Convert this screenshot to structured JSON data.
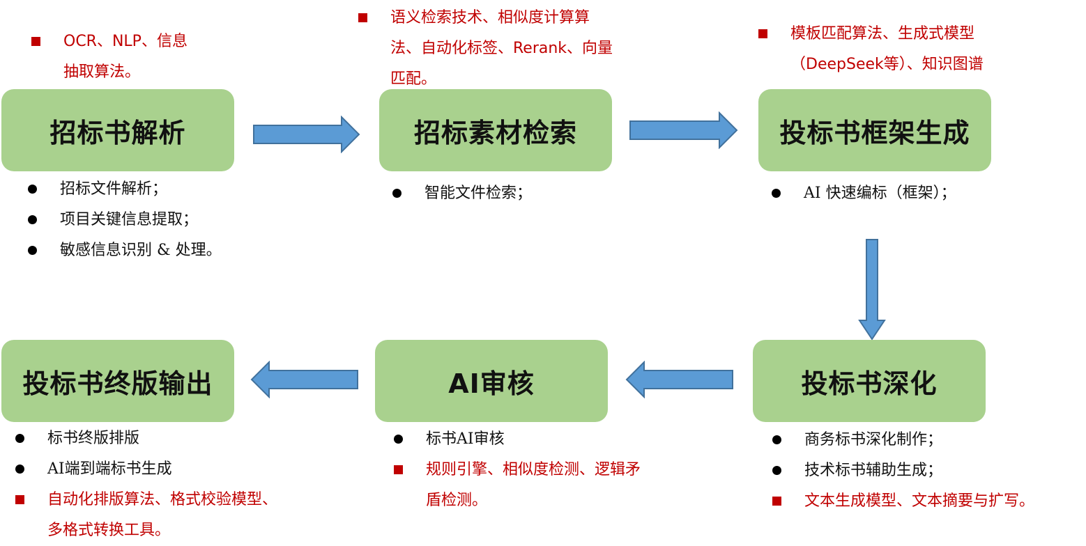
{
  "stages": {
    "s1": {
      "title": "招标书解析",
      "tech": "OCR、NLP、信息抽取算法。",
      "items": [
        "招标文件解析；",
        "项目关键信息提取；",
        "敏感信息识别 & 处理。"
      ]
    },
    "s2": {
      "title": "招标素材检索",
      "tech": "语义检索技术、相似度计算算法、自动化标签、Rerank、向量匹配。",
      "items": [
        "智能文件检索；"
      ]
    },
    "s3": {
      "title": "投标书框架生成",
      "tech": "模板匹配算法、生成式模型（DeepSeek等）、知识图谱",
      "items": [
        "AI 快速编标（框架）；"
      ]
    },
    "s4": {
      "title": "投标书深化",
      "items": [
        "商务标书深化制作；",
        "技术标书辅助生成；"
      ],
      "tech": "文本生成模型、文本摘要与扩写。"
    },
    "s5": {
      "title": "AI审核",
      "items": [
        "标书AI审核"
      ],
      "tech": "规则引擎、相似度检测、逻辑矛盾检测。"
    },
    "s6": {
      "title": "投标书终版输出",
      "items": [
        "标书终版排版",
        "AI端到端标书生成"
      ],
      "tech": "自动化排版算法、格式校验模型、多格式转换工具。"
    }
  },
  "colors": {
    "box_fill": "#a9d18e",
    "arrow_fill": "#5b9bd5",
    "arrow_stroke": "#41719c",
    "tech_text": "#c00000"
  }
}
